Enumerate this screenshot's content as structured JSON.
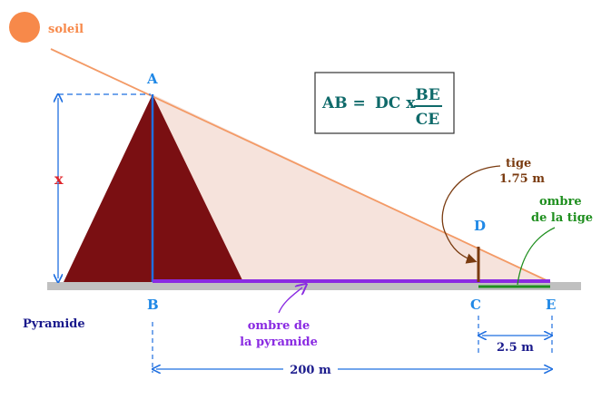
{
  "colors": {
    "sun": "#f7894a",
    "sun_ray": "#f39a66",
    "shadow_fill": "#f6e3dc",
    "pyramid": "#7a0f12",
    "height_line": "#1f6fe0",
    "ground": "#c0c0c0",
    "pyramid_shadow": "#8a2be2",
    "stick": "#7a3b10",
    "stick_shadow": "#1f8f1f",
    "formula": "#0f6a6a",
    "point_labels": "#1f88e6",
    "x_label": "#e0242a",
    "dims": "#1f6fe0"
  },
  "labels": {
    "sun": "soleil",
    "A": "A",
    "B": "B",
    "C": "C",
    "D": "D",
    "E": "E",
    "x": "x",
    "pyramid": "Pyramide",
    "pyramid_shadow_1": "ombre de",
    "pyramid_shadow_2": "la pyramide",
    "stick_1": "tige",
    "stick_2": "1.75 m",
    "stick_shadow_1": "ombre",
    "stick_shadow_2": "de la tige",
    "dim_short": "2.5 m",
    "dim_long": "200 m"
  },
  "formula": {
    "lhs": "AB =",
    "mid": "DC x",
    "numerator": "BE",
    "denominator": "CE"
  }
}
